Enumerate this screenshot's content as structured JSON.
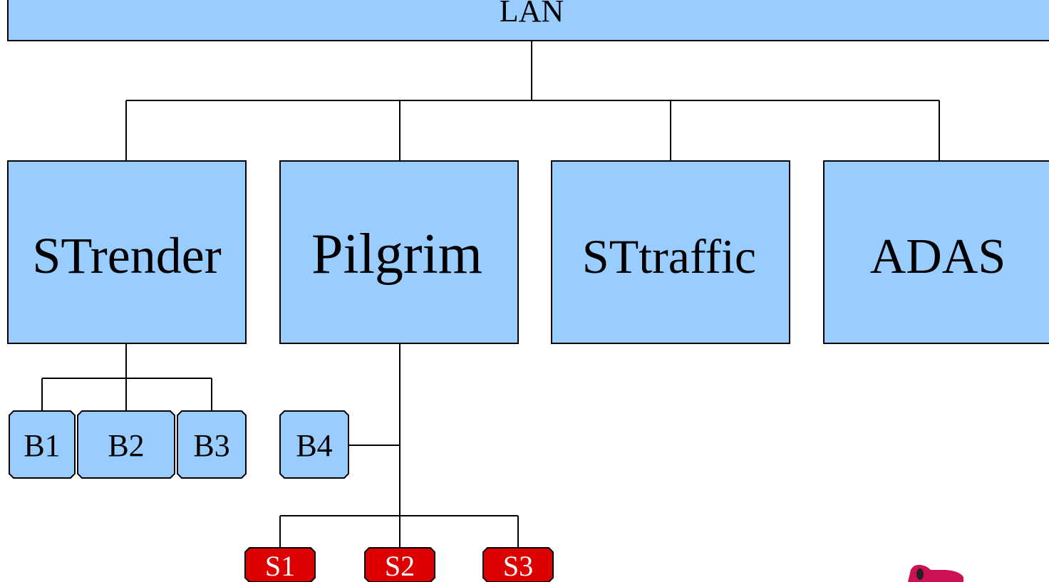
{
  "colors": {
    "box_fill": "#99ccff",
    "box_stroke": "#000000",
    "connector": "#000000",
    "sensor_fill": "#dd0000",
    "sensor_text": "#ffffff",
    "background": "#ffffff",
    "logo_color": "#cc1155"
  },
  "lan": {
    "label": "LAN"
  },
  "modules": {
    "strender": {
      "label": "STrender"
    },
    "pilgrim": {
      "label": "Pilgrim"
    },
    "sttraffic": {
      "label": "STtraffic"
    },
    "adas": {
      "label": "ADAS"
    }
  },
  "boxes": {
    "b1": {
      "label": "B1"
    },
    "b2": {
      "label": "B2"
    },
    "b3": {
      "label": "B3"
    },
    "b4": {
      "label": "B4"
    }
  },
  "sensors": {
    "s1": {
      "label": "S1"
    },
    "s2": {
      "label": "S2"
    },
    "s3": {
      "label": "S3"
    }
  },
  "logo": {
    "icon": "shoe-logo-icon"
  }
}
